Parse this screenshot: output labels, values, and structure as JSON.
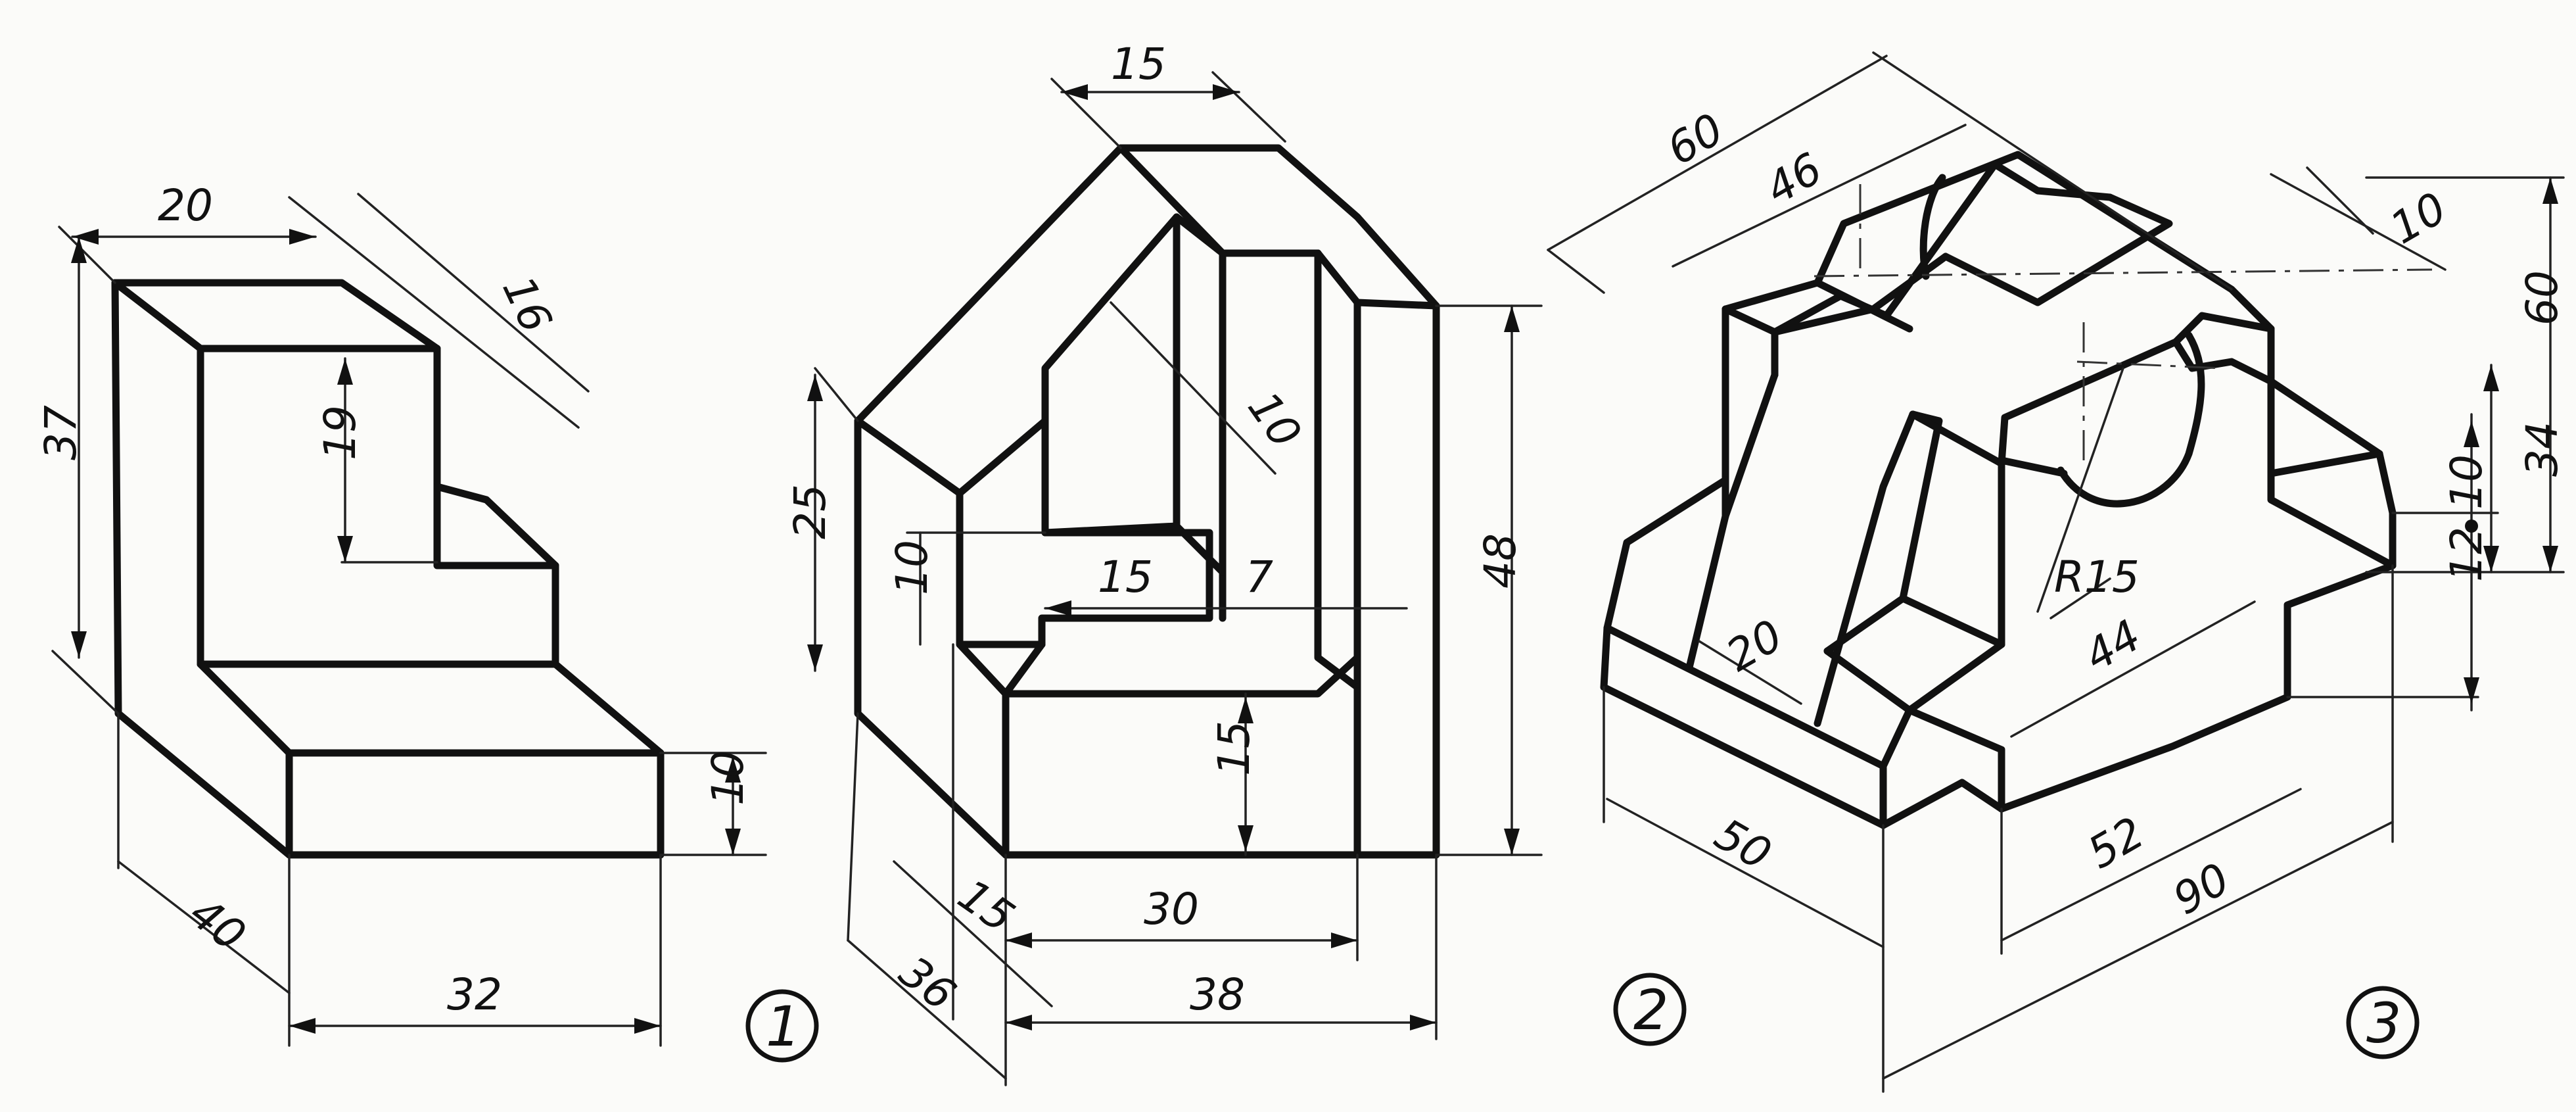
{
  "figure_numbers": [
    "1",
    "2",
    "3"
  ],
  "part1": {
    "dims": [
      "20",
      "16",
      "37",
      "19",
      "10",
      "40",
      "32"
    ]
  },
  "part2": {
    "dims": [
      "15",
      "10",
      "25",
      "10",
      "15",
      "7",
      "48",
      "15",
      "15",
      "30",
      "36",
      "38"
    ]
  },
  "part3": {
    "dims": [
      "60",
      "46",
      "10",
      "60",
      "34",
      "10",
      "12",
      "R15",
      "44",
      "20",
      "50",
      "52",
      "90"
    ]
  },
  "colors": {
    "ink": "#111111",
    "paper": "#fbfbf9"
  }
}
